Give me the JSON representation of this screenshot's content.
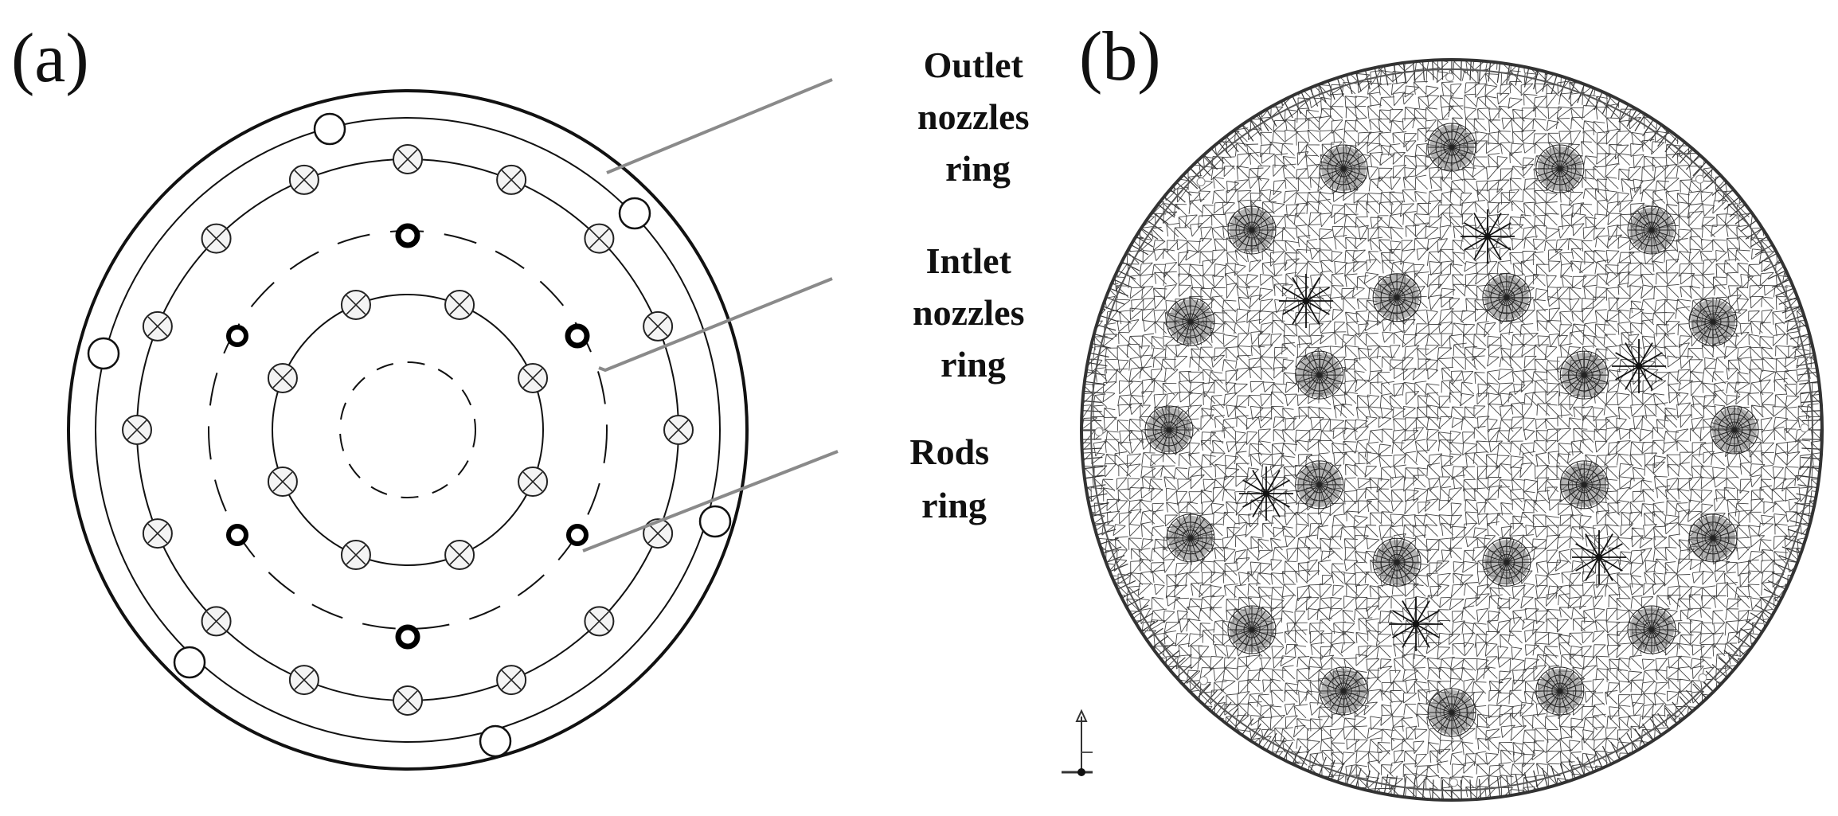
{
  "panels": {
    "a": {
      "label": "(a)"
    },
    "b": {
      "label": "(b)"
    }
  },
  "callouts": [
    {
      "lines": [
        "Outlet",
        "nozzles",
        "ring"
      ]
    },
    {
      "lines": [
        "Intlet",
        "nozzles",
        "ring"
      ]
    },
    {
      "lines": [
        "Rods",
        "ring"
      ]
    }
  ],
  "icons": {
    "rod": "crossed-circle-icon",
    "inlet_nozzle": "bold-ring-icon",
    "outlet_nozzle": "open-circle-icon",
    "axis": "axis-triad-icon"
  },
  "colors": {
    "ink": "#111111",
    "mesh": "#444444",
    "leader": "#8a8a8a",
    "rod_fill": "#bcbcbc"
  }
}
